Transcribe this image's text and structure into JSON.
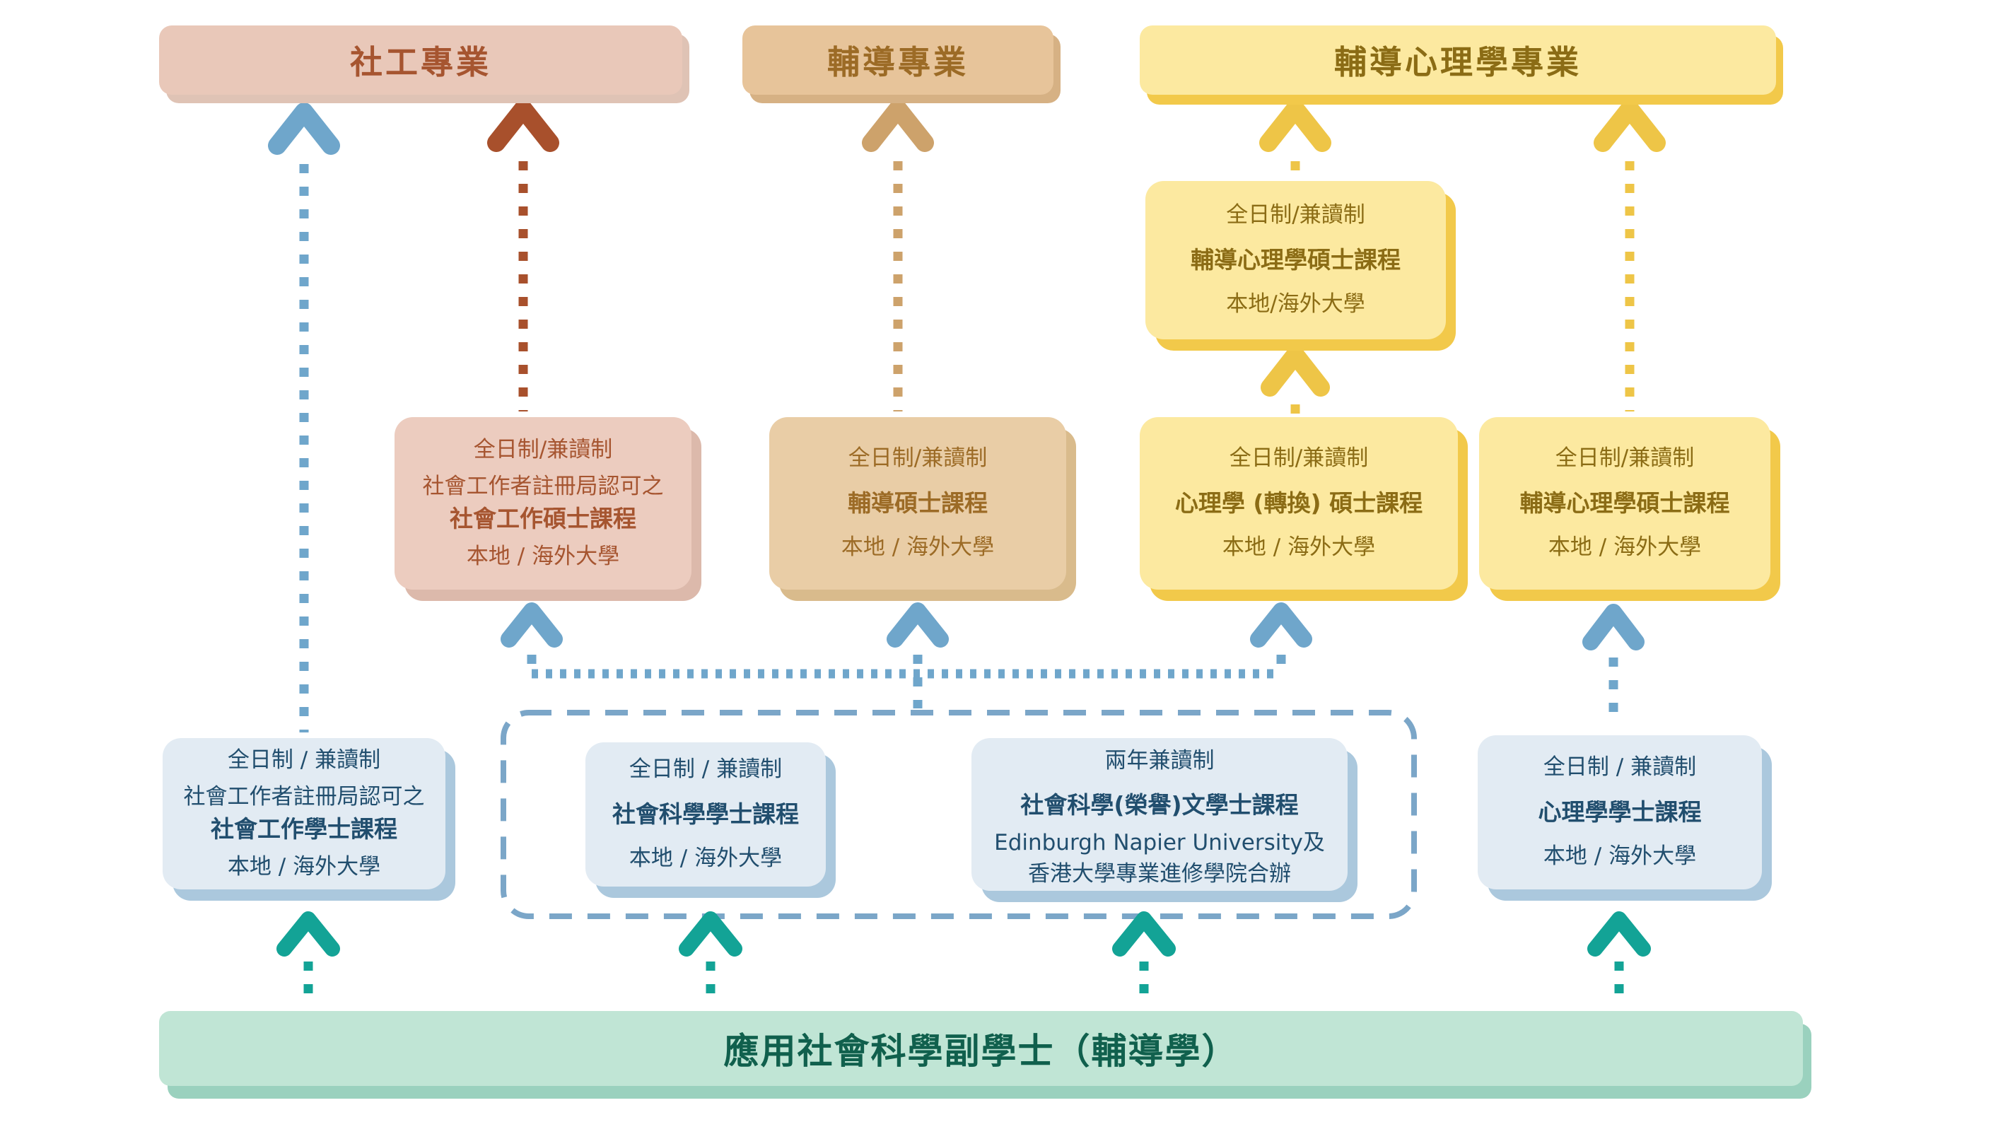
{
  "headers": {
    "social_work": "社工專業",
    "counselling": "輔導專業",
    "counselling_psychology": "輔導心理學專業"
  },
  "boxes": {
    "top_counselling_psych_master": {
      "lines": [
        "全日制/兼讀制",
        "輔導心理學碩士課程",
        "本地/海外大學"
      ]
    },
    "master_social_work": {
      "lines": [
        "全日制/兼讀制",
        "社會工作者註冊局認可之",
        "社會工作碩士課程",
        "本地 / 海外大學"
      ]
    },
    "master_counselling": {
      "lines": [
        "全日制/兼讀制",
        "輔導碩士課程",
        "本地 / 海外大學"
      ]
    },
    "master_psych_conversion": {
      "lines": [
        "全日制/兼讀制",
        "心理學 (轉換) 碩士課程",
        "本地 / 海外大學"
      ]
    },
    "master_counselling_psych": {
      "lines": [
        "全日制/兼讀制",
        "輔導心理學碩士課程",
        "本地 / 海外大學"
      ]
    },
    "bachelor_social_work": {
      "lines": [
        "全日制 / 兼讀制",
        "社會工作者註冊局認可之",
        "社會工作學士課程",
        "本地 / 海外大學"
      ]
    },
    "bachelor_social_sciences": {
      "lines": [
        "全日制 / 兼讀制",
        "社會科學學士課程",
        "本地 / 海外大學"
      ]
    },
    "bachelor_arts_hons": {
      "lines": [
        "兩年兼讀制",
        "社會科學(榮譽)文學士課程",
        "Edinburgh Napier University及",
        "香港大學專業進修學院合辦"
      ]
    },
    "bachelor_psychology": {
      "lines": [
        "全日制 / 兼讀制",
        "心理學學士課程",
        "本地 / 海外大學"
      ]
    }
  },
  "foundation": {
    "label": "應用社會科學副學士（輔導學）"
  },
  "colors": {
    "pink_fill": "#ecccbf",
    "pink_header_fill": "#e9c8b9",
    "pink_text": "#a65530",
    "tan_fill": "#e9cda6",
    "tan_header_fill": "#e7c49a",
    "tan_text": "#9c6b26",
    "yellow_fill": "#fce9a0",
    "yellow_shadow": "#f2c94a",
    "yellow_text": "#8b6c15",
    "blue_box_fill": "#e2ebf3",
    "blue_box_shadow": "#abc8dd",
    "blue_text": "#214e6e",
    "green_fill": "#c0e5d5",
    "green_shadow": "#9ad1be",
    "green_text": "#10604d",
    "arrow_blue": "#6fa6cb",
    "arrow_dark_red": "#a8502c",
    "arrow_tan": "#cda26b",
    "arrow_gold": "#eec547",
    "arrow_teal": "#13a396",
    "dashed_border": "#7ba6c8"
  }
}
